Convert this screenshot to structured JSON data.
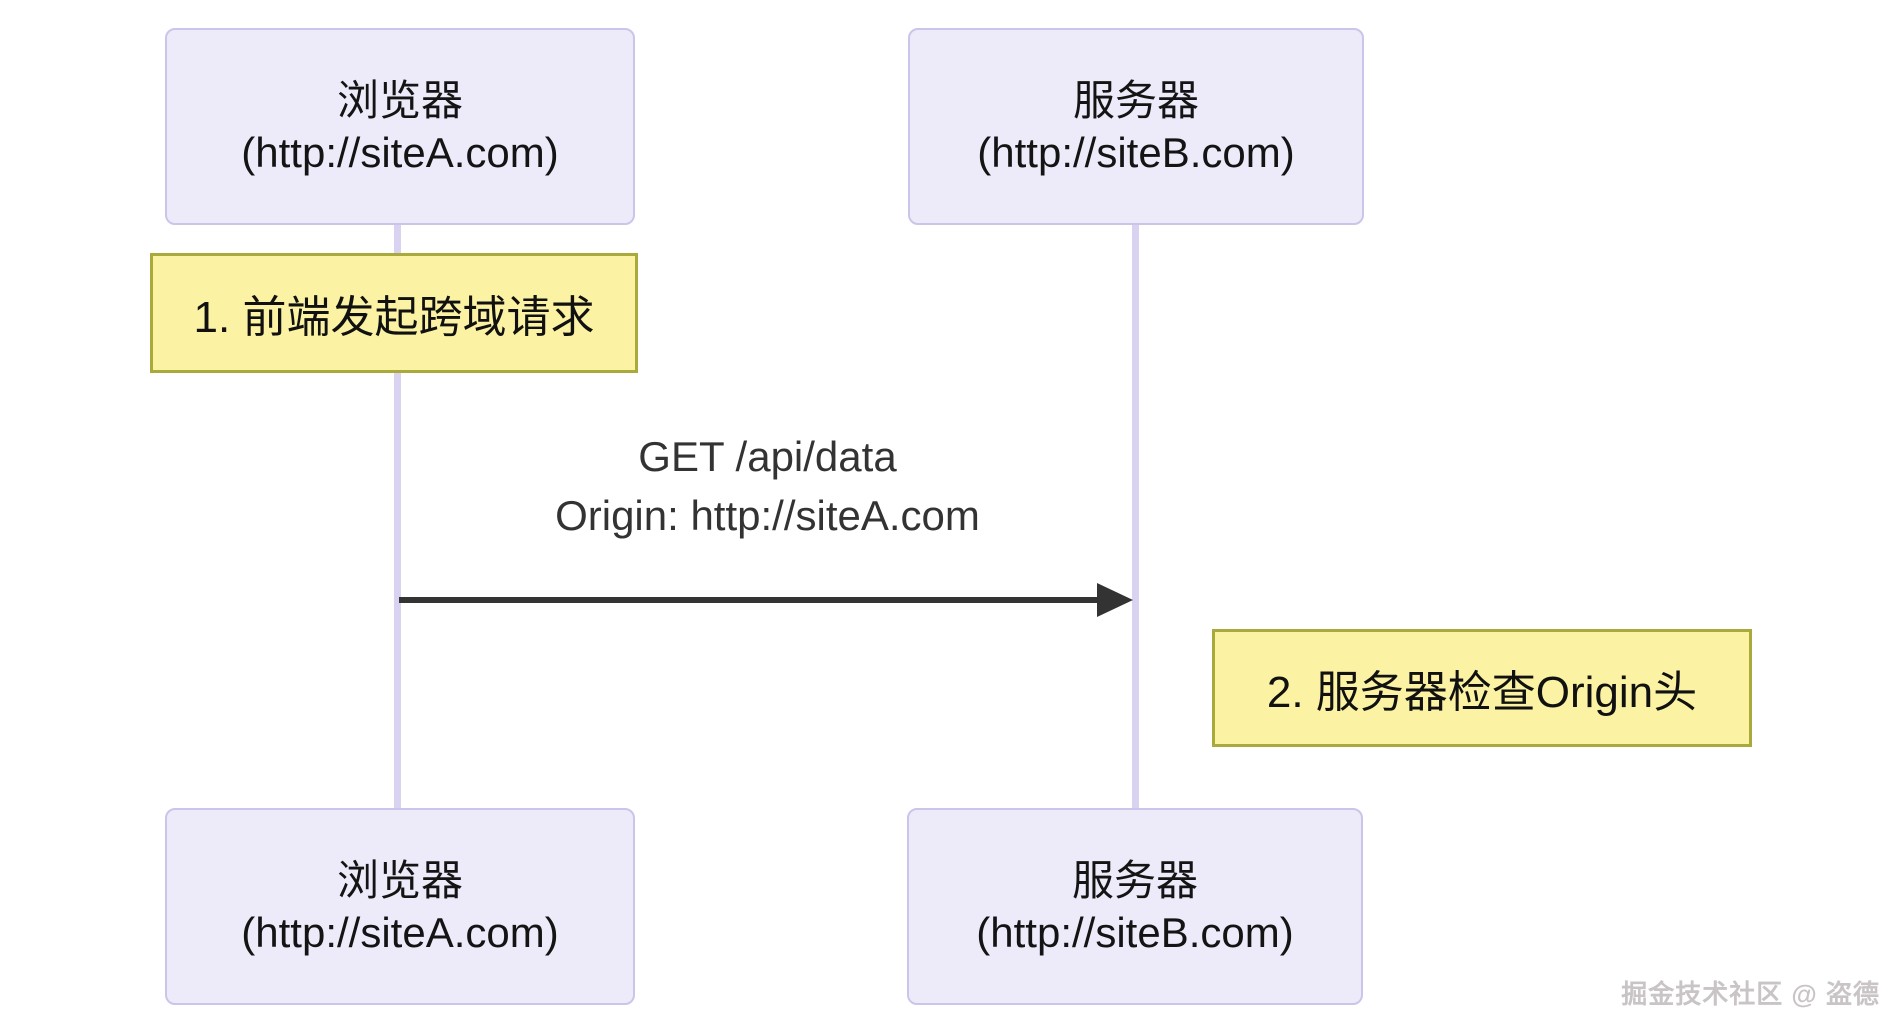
{
  "diagram": {
    "type": "sequence-diagram",
    "background": "#ffffff",
    "actors": {
      "browser": {
        "name": "浏览器",
        "url": "(http://siteA.com)"
      },
      "server": {
        "name": "服务器",
        "url": "(http://siteB.com)"
      }
    },
    "notes": [
      {
        "text": "1. 前端发起跨域请求"
      },
      {
        "text": "2. 服务器检查Origin头"
      }
    ],
    "message": {
      "line1": "GET /api/data",
      "line2": "Origin: http://siteA.com",
      "direction": "browser-to-server",
      "arrow_style": "solid-filled-head"
    },
    "watermark": "掘金技术社区 @ 盗德",
    "colors": {
      "actor_fill": "#edebf9",
      "actor_border": "#cbc5ea",
      "lifeline": "#d9d3f1",
      "note_fill": "#fbf3a3",
      "note_border": "#a9a93c",
      "arrow": "#333333",
      "actor_text": "#141414",
      "message_text": "#333333",
      "watermark_text": "#c9c4c6"
    }
  }
}
